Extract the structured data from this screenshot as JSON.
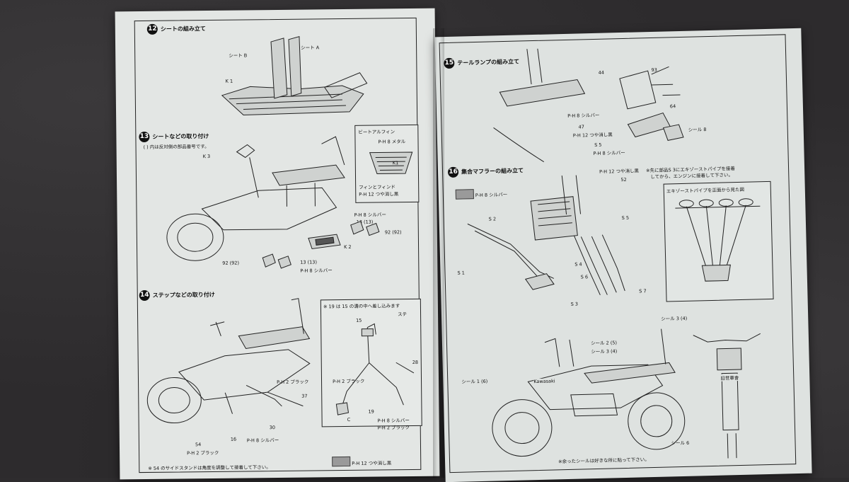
{
  "left_page": {
    "step12": {
      "num": "12",
      "title": "シートの組み立て",
      "labels": {
        "seat_b": "シート B",
        "seat_a": "シート A",
        "k1": "K 1"
      }
    },
    "step13": {
      "num": "13",
      "title": "シートなどの取り付け",
      "note": "( ) 内は反対側の部品番号です。",
      "labels": {
        "k3": "K 3",
        "k2": "K 2",
        "silver1": "P-H 8 シルバー",
        "n13": "13 (13)",
        "n92": "92 (92)",
        "n92b": "92 (92)",
        "n13b": "13 (13)",
        "silver2": "P-H 8 シルバー",
        "beat_title": "ビートアルフィン",
        "beat_metal": "P-H 8 メタル",
        "beat_fin": "フィンとフィンド",
        "beat_black": "P-H 12 つや消し黒",
        "beat_part": "K1"
      }
    },
    "step14": {
      "num": "14",
      "title": "ステップなどの取り付け",
      "inset_note": "※ 19 は 15 の溝の中へ差し込みます",
      "labels": {
        "n15": "15",
        "n28": "28",
        "black1": "P-H 2 ブラック",
        "black2": "P-H 2 ブラック",
        "n37": "37",
        "n30": "30",
        "n16": "16",
        "silver": "P-H 8 シルバー",
        "n54": "54",
        "black3": "P-H 2 ブラック",
        "n19": "19",
        "silver_c": "P-H 8 シルバー",
        "black_c": "P-H 2 ブラック",
        "c": "C",
        "inset_small": "ステ"
      },
      "footnote": "※ 54 のサイドスタンドは角度を調整して接着して下さい。",
      "swatch_label": "P-H 12 つや消し黒"
    }
  },
  "right_page": {
    "step15": {
      "num": "15",
      "title": "テールランプの組み立て",
      "labels": {
        "n44": "44",
        "n93": "93",
        "n64": "64",
        "silver1": "P-H 8 シルバー",
        "n47": "47",
        "black": "P-H 12 つや消し黒",
        "s5": "S 5",
        "silver2": "P-H 8 シルバー",
        "seal": "シール 8"
      }
    },
    "step16": {
      "num": "16",
      "title": "集合マフラーの組み立て",
      "swatch_label": "P-H 8 シルバー",
      "labels": {
        "black": "P-H 12 つや消し黒",
        "n52": "52",
        "s2": "S 2",
        "s1": "S 1",
        "s5": "S 5",
        "s4": "S 4",
        "s6": "S 6",
        "s7": "S 7",
        "s3": "S 3"
      },
      "note1": "※先に部品S 3にエキゾーストパイプを接着",
      "note2": "してから、エンジンに接着して下さい。",
      "exhaust_title": "エキゾーストパイプを正面から見た図"
    },
    "final": {
      "labels": {
        "seal1": "シール 1 (6)",
        "seal2": "シール 2 (5)",
        "seal3": "シール 3 (4)",
        "seal4": "シール 3 (4)",
        "seal6": "シール 6",
        "brand": "Kawasaki",
        "plate": "旧世車會"
      },
      "footnote": "※余ったシールは好きな所に貼って下さい。"
    }
  }
}
